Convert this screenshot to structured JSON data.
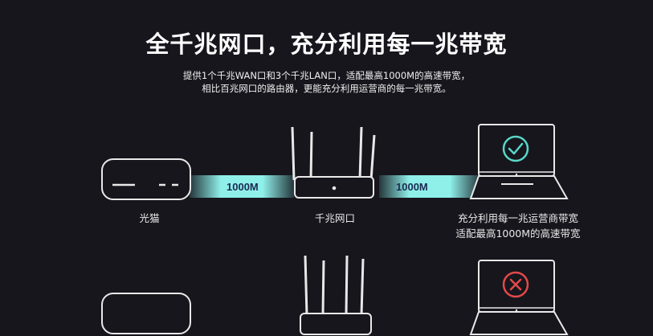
{
  "headline": "全千兆网口，充分利用每一兆带宽",
  "description": {
    "line1": "提供1个千兆WAN口和3个千兆LAN口，适配最高1000M的高速带宽，",
    "line2": "相比百兆网口的路由器，更能充分利用运营商的每一兆带宽。"
  },
  "top_diagram": {
    "modem_label": "光猫",
    "router_label": "千兆网口",
    "link1_speed": "1000M",
    "link2_speed": "1000M",
    "result_line1": "充分利用每一兆运营商带宽",
    "result_line2": "适配最高1000M的高速带宽",
    "status": "check"
  },
  "bottom_diagram": {
    "status": "cross"
  },
  "colors": {
    "background": "#17161d",
    "link_band": "#8ff0ea",
    "check": "#5ad6c8",
    "cross": "#e24a4a"
  }
}
